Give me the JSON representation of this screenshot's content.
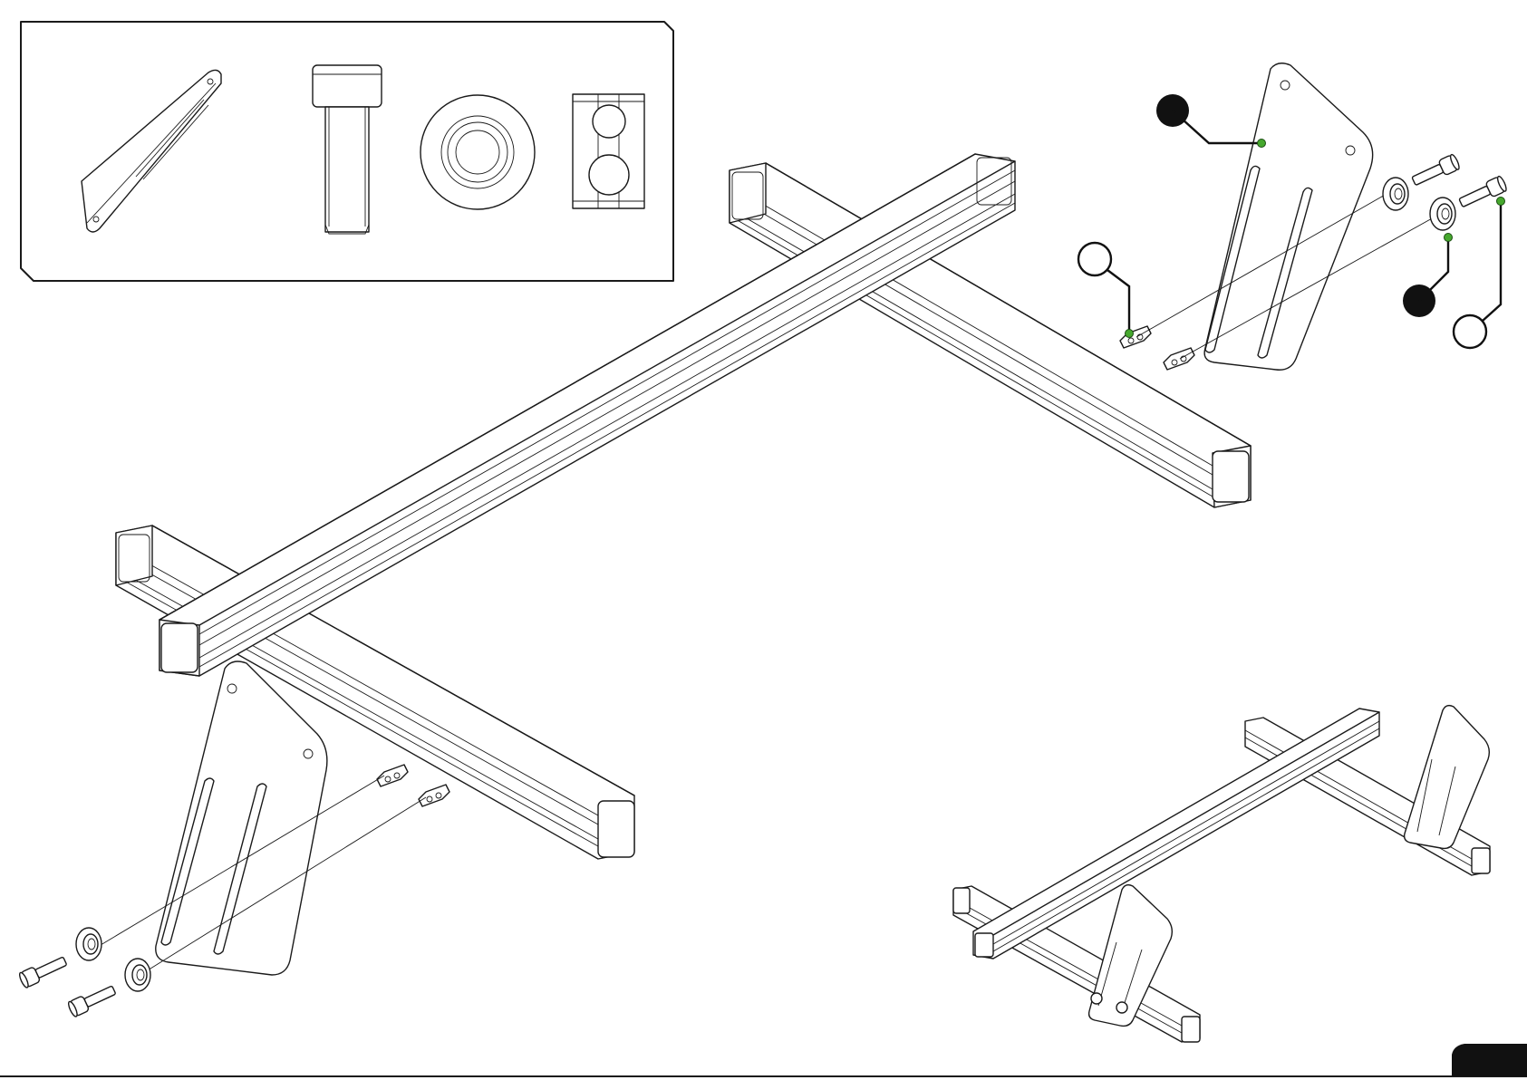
{
  "diagram": {
    "kind": "assembly-instruction",
    "parts_box": {
      "parts": [
        {
          "name": "slotted-plate"
        },
        {
          "name": "cap-screw"
        },
        {
          "name": "washer"
        },
        {
          "name": "t-nut"
        }
      ]
    },
    "callouts": [
      {
        "name": "plate-callout",
        "style": "filled"
      },
      {
        "name": "tnut-callout",
        "style": "open"
      },
      {
        "name": "washer-callout",
        "style": "filled"
      },
      {
        "name": "screw-callout",
        "style": "open"
      }
    ],
    "page_tab": {
      "style": "filled"
    },
    "colors": {
      "line": "#1a1a1a",
      "callout_fill": "#111111",
      "leader_dot": "#46a82e",
      "background": "#ffffff"
    }
  }
}
